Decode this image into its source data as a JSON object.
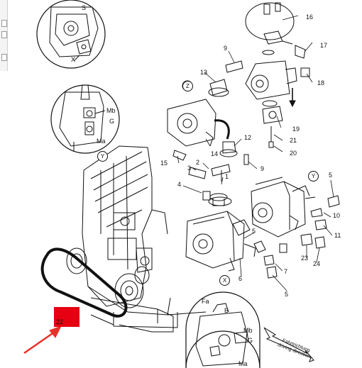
{
  "callouts": {
    "n16": "16",
    "n17": "17",
    "n18": "18",
    "n19": "19",
    "n21": "21",
    "n20": "20",
    "n9a": "9",
    "n13": "13",
    "n12": "12",
    "n9b": "9",
    "n14": "14",
    "n15": "15",
    "n3": "3",
    "n2": "2",
    "n1": "1",
    "n4": "4",
    "n5a": "5",
    "n10": "10",
    "n11": "11",
    "n5b": "5",
    "n23": "23",
    "n24": "24",
    "n6": "6",
    "n7": "7",
    "n5c": "5",
    "n22": "22"
  },
  "detail_labels": {
    "s": "S",
    "x_top": "X",
    "mb_left": "Mb",
    "g_left": "G",
    "ma_left": "Ma",
    "fa": "Fa",
    "b": "B",
    "mb_bottom": "Mb",
    "g_bottom": "G",
    "ma_bottom": "Ma"
  },
  "view_markers": {
    "z": "Z",
    "y_left": "Y",
    "y_right": "Y",
    "x_mid": "X"
  },
  "direction": {
    "line1": "Fahrtrichtung",
    "line2": "driving direction"
  },
  "colors": {
    "highlight": "#e60012",
    "arrow": "#e8302a",
    "ink": "#111111"
  }
}
